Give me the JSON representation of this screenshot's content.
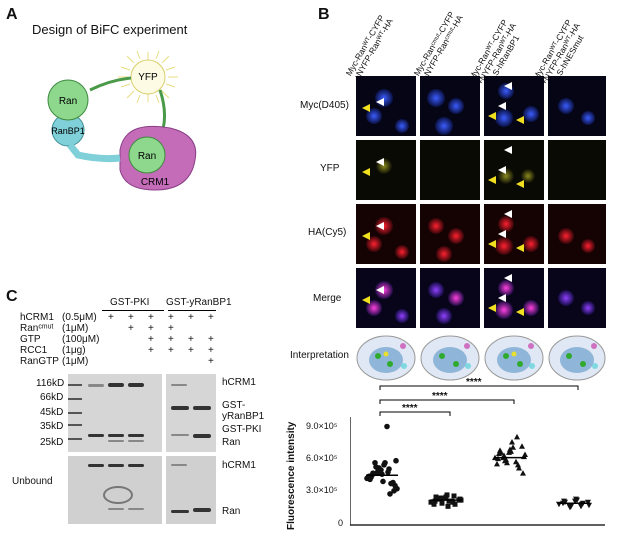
{
  "panelA": {
    "letter": "A",
    "title": "Design of BiFC experiment",
    "labels": {
      "yfp": "YFP",
      "ran_top": "Ran",
      "ranbp1": "RanBP1",
      "ran_bottom": "Ran",
      "crm1": "CRM1"
    }
  },
  "panelB": {
    "letter": "B",
    "columns": [
      [
        "Myc-Ranᵂᵀ-CYFP",
        "+NYFP-Ranᵂᵀ-HA"
      ],
      [
        "Myc-Ranᶜᵐᵘᵗ-CYFP",
        "+NYFP-Ranᶜᵐᵘᵗ-HA"
      ],
      [
        "Myc-Ranᵂᵀ-CYFP",
        "+NYFP-Ranᵂᵀ-HA",
        "+NLS-hRanBP1"
      ],
      [
        "Myc-Ranᵂᵀ-CYFP",
        "+NYFP-Ranᵂᵀ-HA",
        "+NLS-hNESmut"
      ]
    ],
    "rows": [
      "Myc(D405)",
      "YFP",
      "HA(Cy5)",
      "Merge",
      "Interpretation"
    ],
    "significance": [
      "****",
      "****",
      "****"
    ],
    "plot": {
      "ylabel": "Fluorescence intensity",
      "yticks": [
        "9.0×10⁵",
        "6.0×10⁵",
        "3.0×10⁵",
        "0"
      ]
    }
  },
  "chart_data": {
    "type": "scatter",
    "ylabel": "Fluorescence intensity",
    "ylim": [
      0,
      1000000
    ],
    "series": [
      {
        "values": [
          450000,
          500000,
          550000,
          600000,
          400000,
          350000,
          480000,
          520000,
          580000,
          300000,
          620000,
          460000,
          500000,
          420000,
          540000,
          380000,
          440000,
          560000,
          490000,
          510000,
          330000,
          470000,
          600000,
          530000,
          950000,
          410000
        ],
        "mean": 480000
      },
      {
        "values": [
          220000,
          250000,
          260000,
          230000,
          200000,
          240000,
          270000,
          210000,
          180000,
          280000,
          250000,
          230000,
          260000,
          290000,
          220000,
          240000,
          200000,
          250000,
          270000,
          230000
        ],
        "mean": 240000
      },
      {
        "values": [
          650000,
          700000,
          600000,
          750000,
          550000,
          680000,
          720000,
          630000,
          800000,
          580000,
          660000,
          690000,
          620000,
          710000,
          850000,
          500000,
          640000,
          670000,
          730000,
          610000,
          760000,
          590000,
          650000,
          700000
        ],
        "mean": 650000
      },
      {
        "values": [
          200000,
          220000,
          180000,
          240000,
          210000,
          190000,
          230000,
          170000,
          250000,
          200000,
          220000,
          210000,
          190000,
          230000,
          180000
        ],
        "mean": 210000
      }
    ]
  },
  "panelC": {
    "letter": "C",
    "header_left": "GST-PKI",
    "header_right": "GST-yRanBP1",
    "reagents": [
      {
        "name": "hCRM1",
        "conc": "(0.5μM)",
        "marks": [
          "+",
          "+",
          "+",
          "+",
          "+",
          "+"
        ]
      },
      {
        "name": "Ranᶜᵐᵘᵗ",
        "conc": "(1μM)",
        "marks": [
          "",
          "+",
          "+",
          "+",
          "",
          ""
        ]
      },
      {
        "name": "GTP",
        "conc": "(100μM)",
        "marks": [
          "",
          "",
          "+",
          "+",
          "+",
          "+"
        ]
      },
      {
        "name": "RCC1",
        "conc": "(1μg)",
        "marks": [
          "",
          "",
          "+",
          "+",
          "+",
          "+"
        ]
      },
      {
        "name": "RanGTP",
        "conc": "(1μM)",
        "marks": [
          "",
          "",
          "",
          "",
          "",
          "+"
        ]
      }
    ],
    "markers": [
      "116kD",
      "66kD",
      "45kD",
      "35kD",
      "25kD"
    ],
    "right_labels": [
      "hCRM1",
      "GST-",
      "yRanBP1",
      "GST-PKI",
      "Ran"
    ],
    "unbound_label": "Unbound",
    "unbound_right": [
      "hCRM1",
      "Ran"
    ]
  }
}
